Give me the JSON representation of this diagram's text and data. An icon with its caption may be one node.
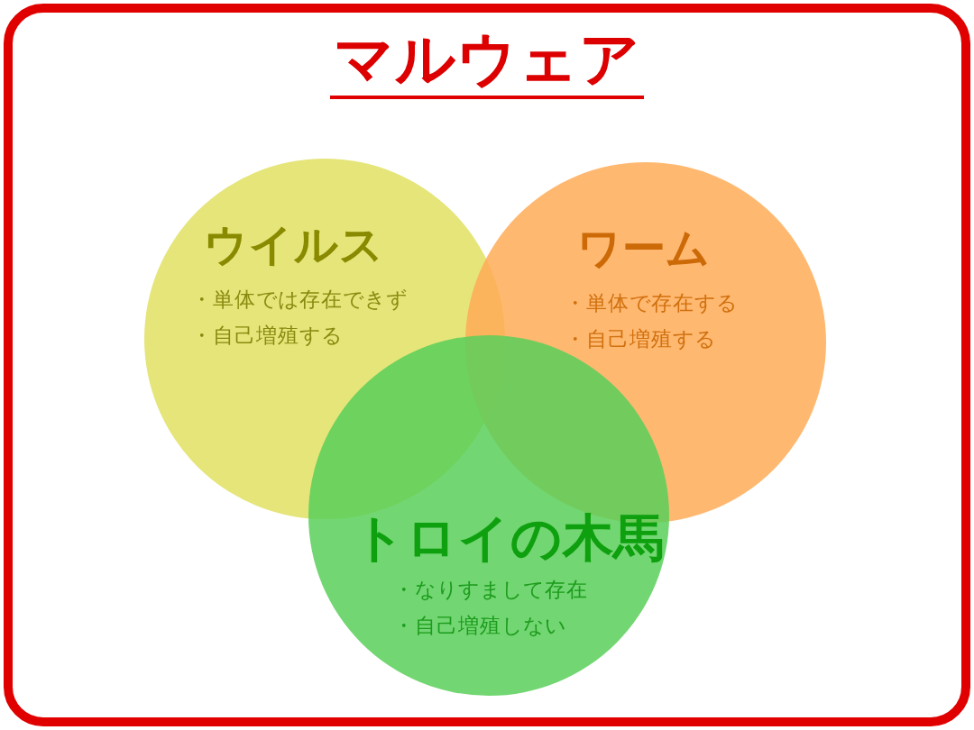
{
  "diagram": {
    "title": "マルウェア",
    "nodes": [
      {
        "text": [
          "ウイルス",
          "・単体では存在できず",
          "・自己増殖する"
        ]
      },
      {
        "text": [
          "ワーム",
          "・単体で存在する",
          "・自己増殖する"
        ]
      },
      {
        "text": [
          "トロイの木馬",
          "・なりすまして存在",
          "・自己増殖しない"
        ]
      }
    ]
  }
}
